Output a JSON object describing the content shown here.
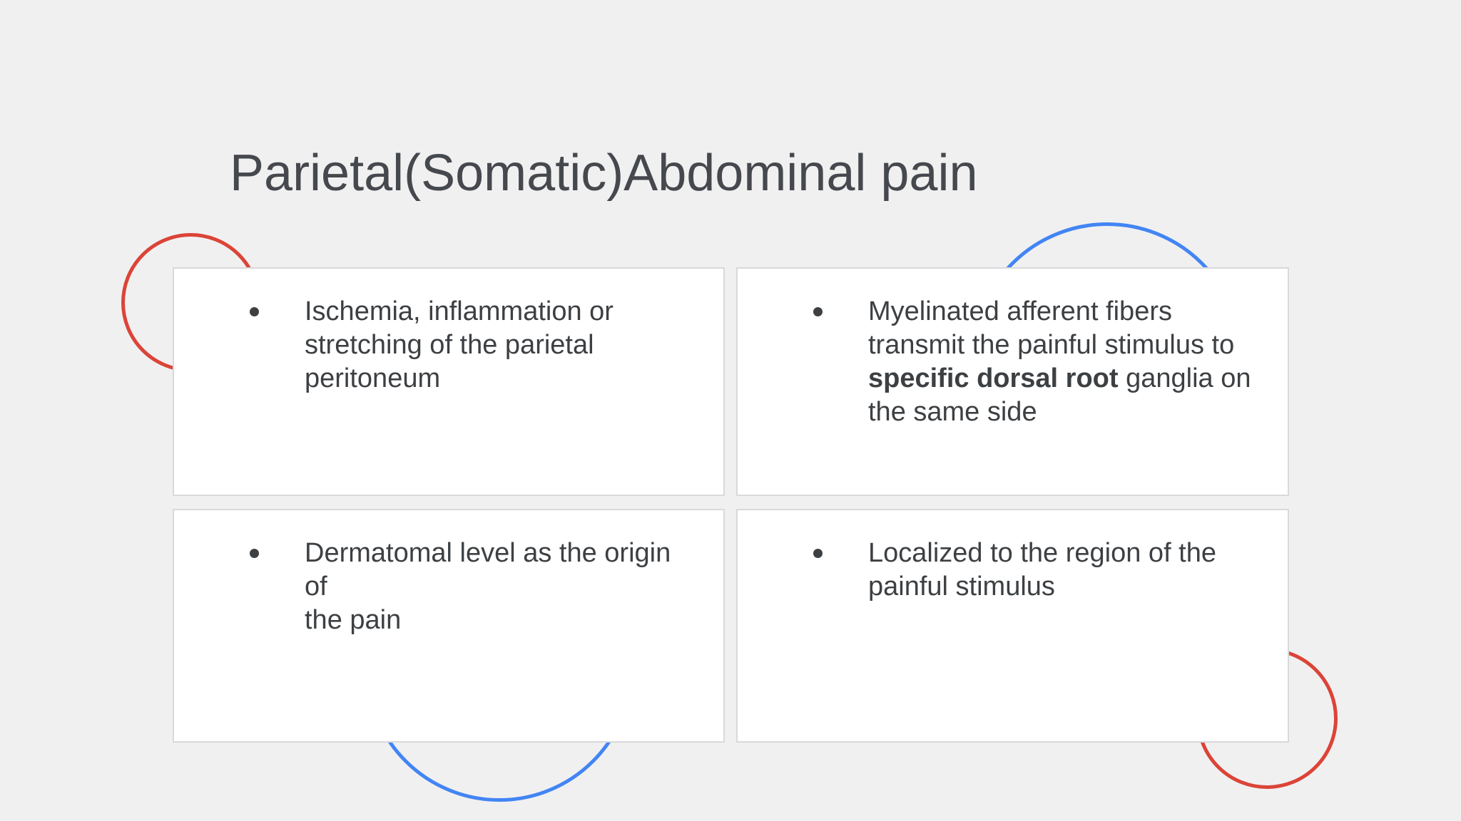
{
  "slide": {
    "title": "Parietal(Somatic)Abdominal pain"
  },
  "boxes": [
    {
      "key": "box-1",
      "lines": [
        [
          {
            "t": "Ischemia, inflammation or",
            "b": false
          }
        ],
        [
          {
            "t": "stretching of the parietal",
            "b": false
          }
        ],
        [
          {
            "t": "peritoneum",
            "b": false
          }
        ]
      ]
    },
    {
      "key": "box-2",
      "lines": [
        [
          {
            "t": "Myelinated afferent fibers",
            "b": false
          }
        ],
        [
          {
            "t": "transmit the painful stimulus to",
            "b": false
          }
        ],
        [
          {
            "t": "specific dorsal root",
            "b": true
          },
          {
            "t": " ganglia on",
            "b": false
          }
        ],
        [
          {
            "t": "the same side",
            "b": false
          }
        ]
      ]
    },
    {
      "key": "box-3",
      "lines": [
        [
          {
            "t": "Dermatomal level as the origin of",
            "b": false
          }
        ],
        [
          {
            "t": "the pain",
            "b": false
          }
        ]
      ]
    },
    {
      "key": "box-4",
      "lines": [
        [
          {
            "t": "Localized to the region of the",
            "b": false
          }
        ],
        [
          {
            "t": "painful stimulus",
            "b": false
          }
        ]
      ]
    }
  ],
  "colors": {
    "background": "#f1f0f1",
    "box_fill": "#ffffff",
    "box_border": "#d8d9db",
    "title_text": "#45484d",
    "body_text": "#3d4043",
    "bullet_dot": "#3d4043",
    "accent_red": "#db4437",
    "accent_blue": "#4285f4"
  }
}
